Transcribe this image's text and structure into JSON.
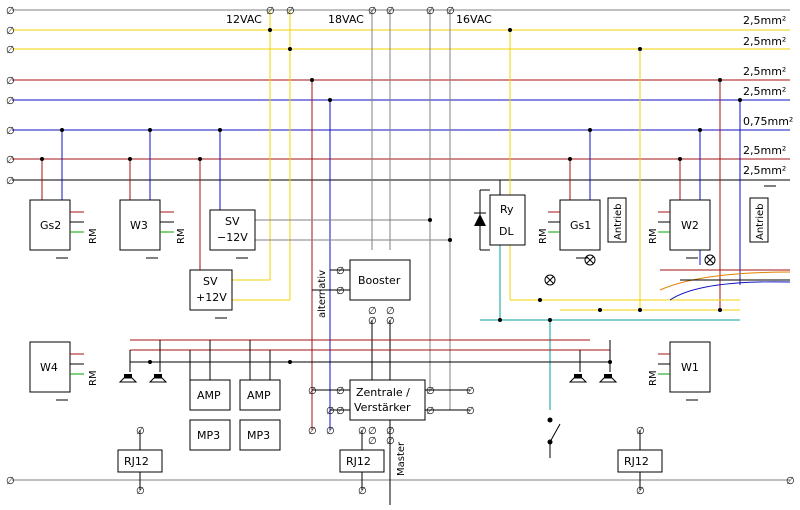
{
  "colors": {
    "yellow": "#f0d000",
    "brown": "#a01010",
    "blue": "#1010c0",
    "gray": "#808080",
    "black": "#000000",
    "cyan": "#00a0a0",
    "green": "#00a000",
    "orange": "#e08000"
  },
  "supply_labels": {
    "ac12": "12VAC",
    "ac18": "18VAC",
    "ac16": "16VAC"
  },
  "bus_labels": {
    "b1": "2,5mm²",
    "b2": "2,5mm²",
    "b3": "2,5mm²",
    "b4": "2,5mm²",
    "b5": "0,75mm²",
    "b6": "2,5mm²",
    "b7": "2,5mm²"
  },
  "modules": {
    "gs2": "Gs2",
    "w3": "W3",
    "w4": "W4",
    "gs1": "Gs1",
    "w2": "W2",
    "w1": "W1",
    "sv12_line1": "SV",
    "sv12_line2": "−12V",
    "sv_plus_line1": "SV",
    "sv_plus_line2": "+12V",
    "booster": "Booster",
    "zentrale_line1": "Zentrale /",
    "zentrale_line2": "Verstärker",
    "amp": "AMP",
    "mp3": "MP3",
    "ry": "Ry",
    "dl": "DL",
    "antrieb": "Antrieb",
    "rj12": "RJ12"
  },
  "labels": {
    "rm": "RM",
    "alternativ": "alternativ",
    "master": "Master"
  }
}
